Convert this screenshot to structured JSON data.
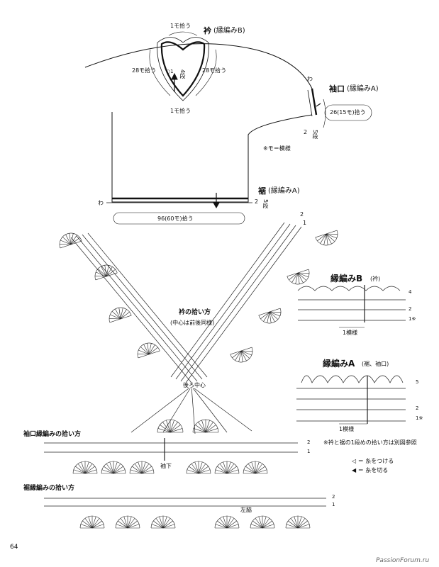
{
  "top": {
    "collar_label": "衿",
    "collar_edge": "(縁編みB)",
    "collar_top_pick": "1モ拾う",
    "collar_left_pick": "28モ拾う",
    "collar_right_pick": "28モ拾う",
    "collar_rows": "4段",
    "collar_bottom_pick": "1モ拾う",
    "collar_marker_p": "○1",
    "cuff_ring": "わ",
    "cuff_label": "袖口",
    "cuff_edge": "(縁編みA)",
    "cuff_pick": "26(15モ)拾う",
    "cuff_row2": "2",
    "cuff_rows": "5段",
    "note_motif": "※モ＝模様",
    "hem_label": "裾",
    "hem_edge": "(縁編みA)",
    "hem_ring": "わ",
    "hem_row2": "2",
    "hem_rows": "5段",
    "hem_pick": "96(60モ)拾う"
  },
  "middle": {
    "neck_pickup_title": "衿の拾い方",
    "neck_pickup_sub": "(中心は前後同様)",
    "back_center": "後ろ中心",
    "row_2_top": "2",
    "row_1_top": "1"
  },
  "edgeB": {
    "title": "縁編みB",
    "sub": "(衿)",
    "rows": [
      "4",
      "2",
      "1※"
    ],
    "repeat": "1模様"
  },
  "edgeA": {
    "title": "縁編みA",
    "sub": "(裾、袖口)",
    "rows": [
      "5",
      "2",
      "1※"
    ],
    "repeat": "1模様"
  },
  "notes": {
    "first_row_note": "※衿と裾の1段めの拾い方は別図参照",
    "legend_attach": "◁ ＝ 糸をつける",
    "legend_cut": "◀ ＝ 糸を切る"
  },
  "cuff_pickup": {
    "title": "袖口縁編みの拾い方",
    "row2": "2",
    "row1": "1",
    "under_sleeve": "袖下"
  },
  "hem_pickup": {
    "title": "裾縁編みの拾い方",
    "row2": "2",
    "row1": "1",
    "side": "左脇"
  },
  "footer": {
    "page_number": "64",
    "watermark": "PassionForum.ru"
  }
}
